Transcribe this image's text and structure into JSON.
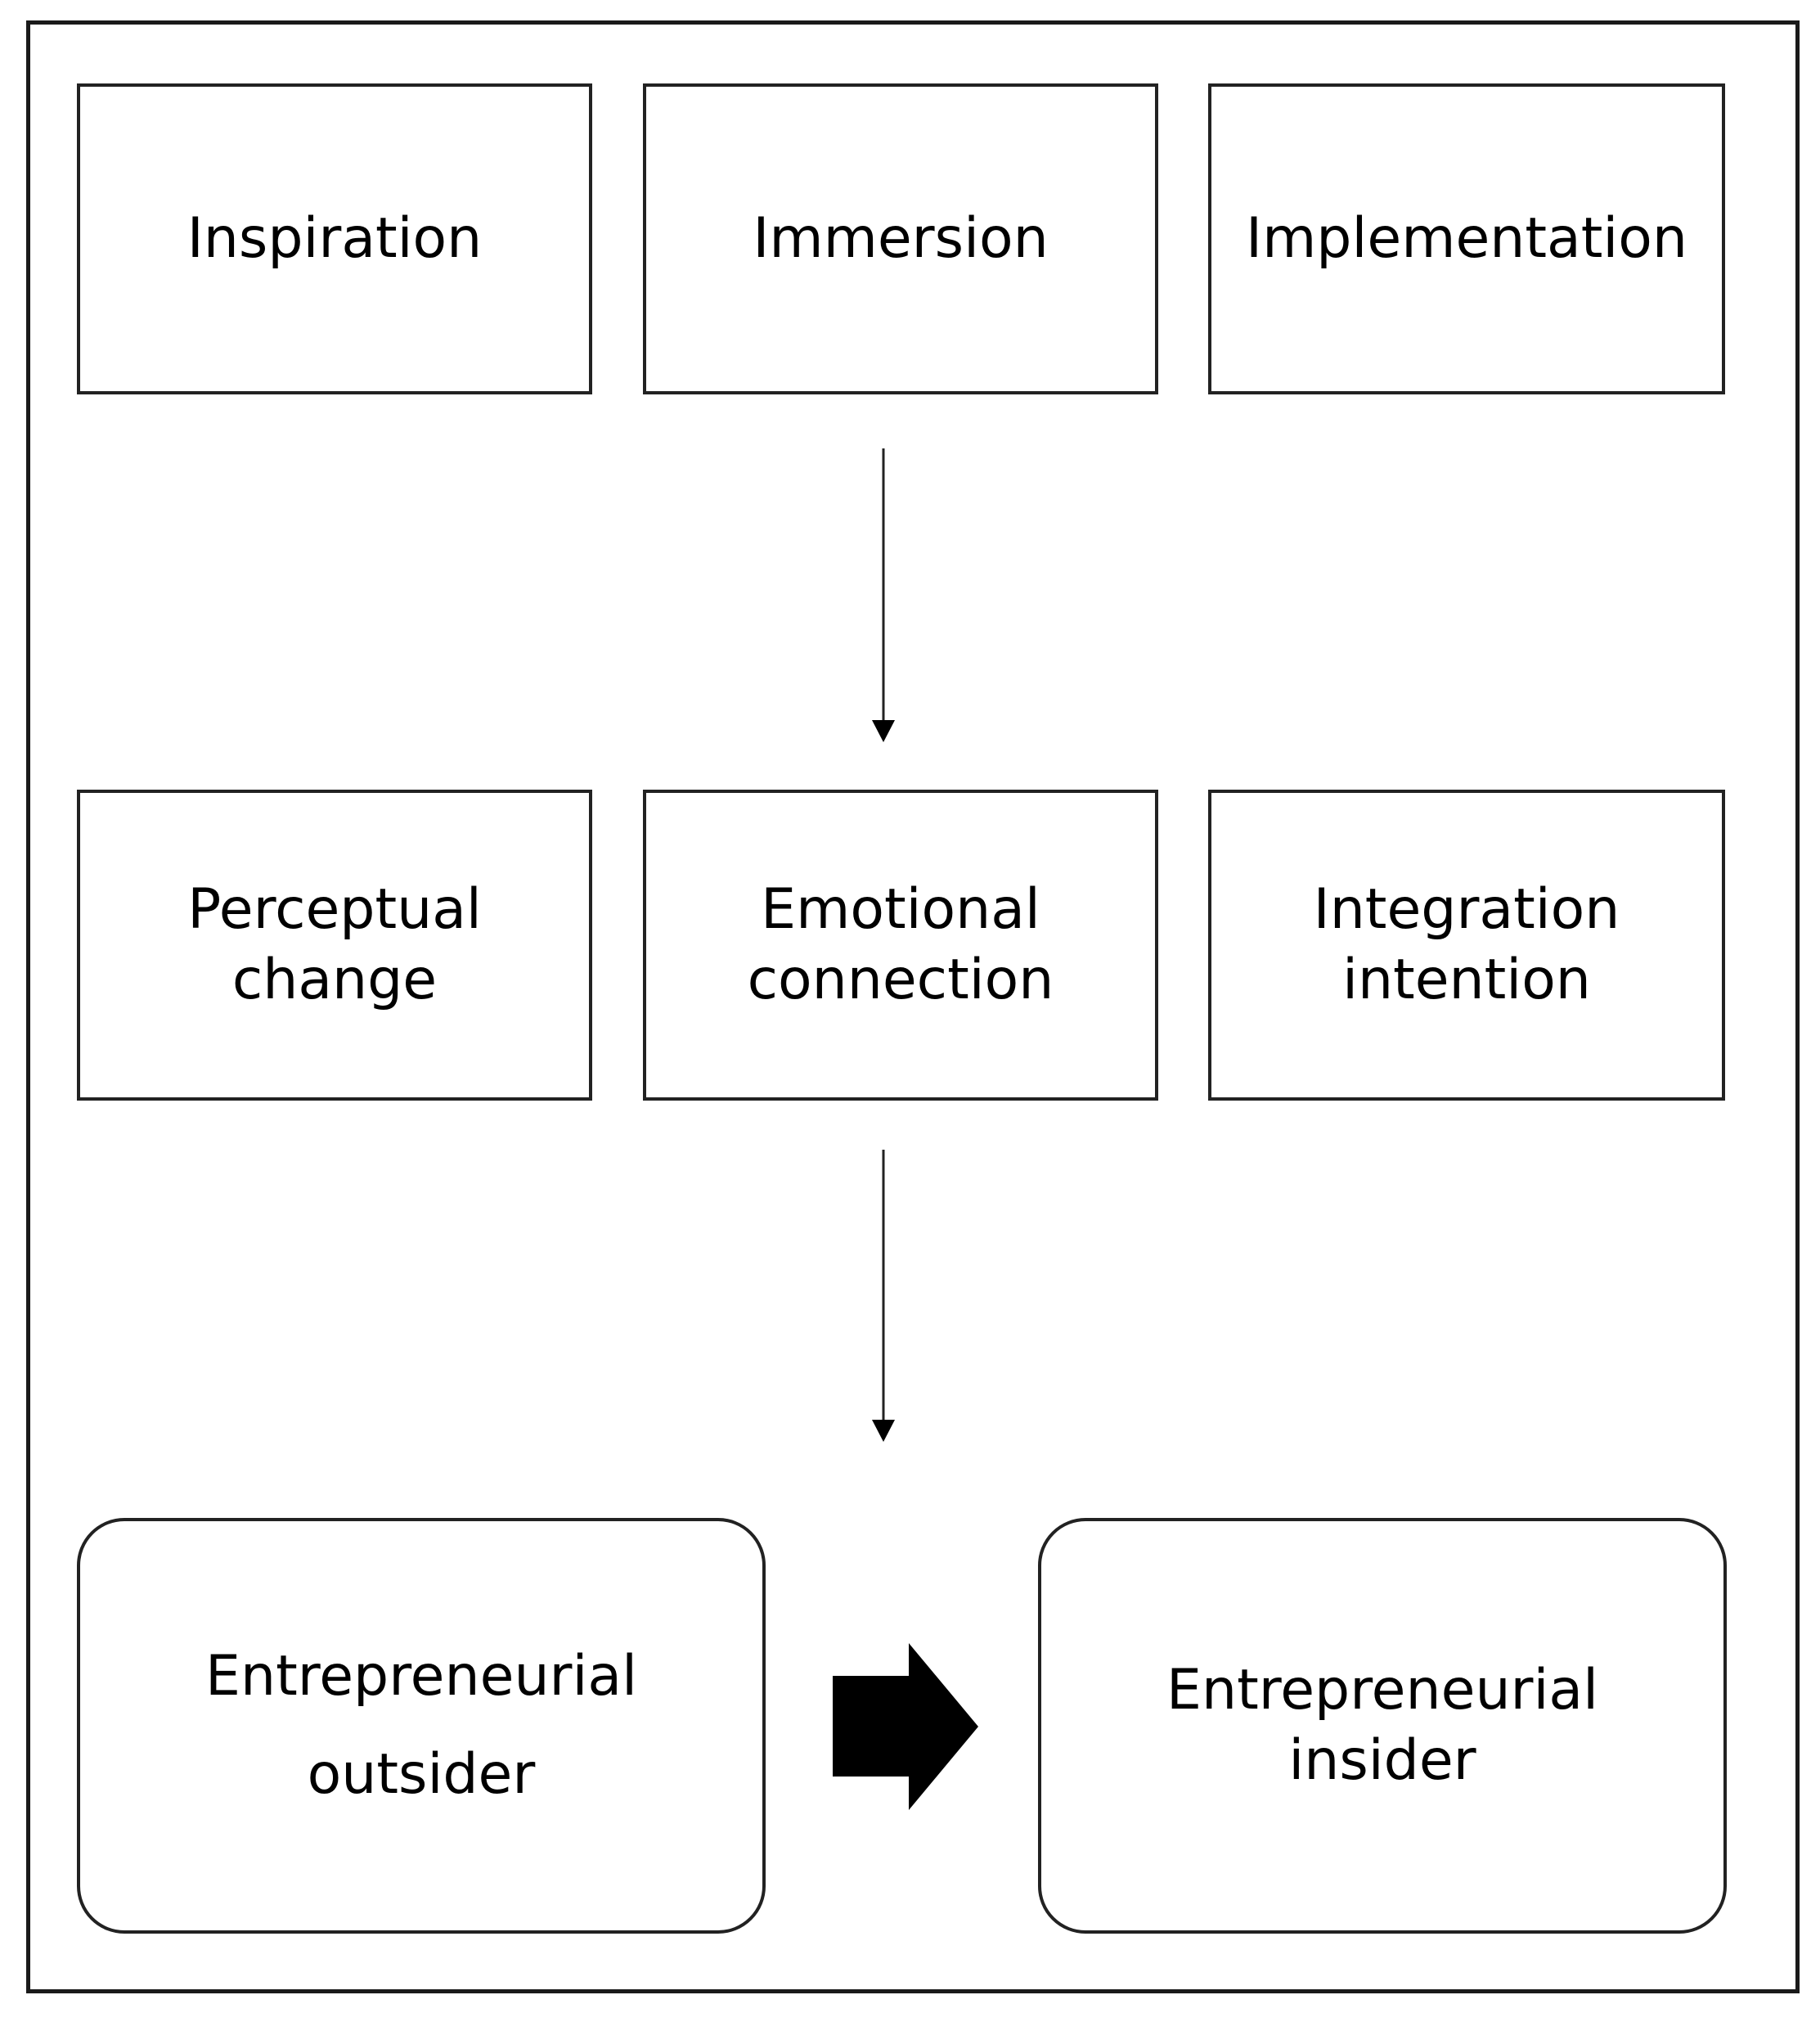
{
  "top_row": {
    "box1": "Inspiration",
    "box2": "Immersion",
    "box3": "Implementation"
  },
  "middle_row": {
    "box1_line1": "Perceptual",
    "box1_line2": "change",
    "box2_line1": "Emotional",
    "box2_line2": "connection",
    "box3_line1": "Integration",
    "box3_line2": "intention"
  },
  "bottom_row": {
    "outsider_line1": "Entrepreneurial",
    "outsider_line2": "outsider",
    "insider_line1": "Entrepreneurial",
    "insider_line2": "insider"
  },
  "colors": {
    "stroke": "#222222",
    "arrow_fill": "#000000",
    "background": "#ffffff"
  }
}
